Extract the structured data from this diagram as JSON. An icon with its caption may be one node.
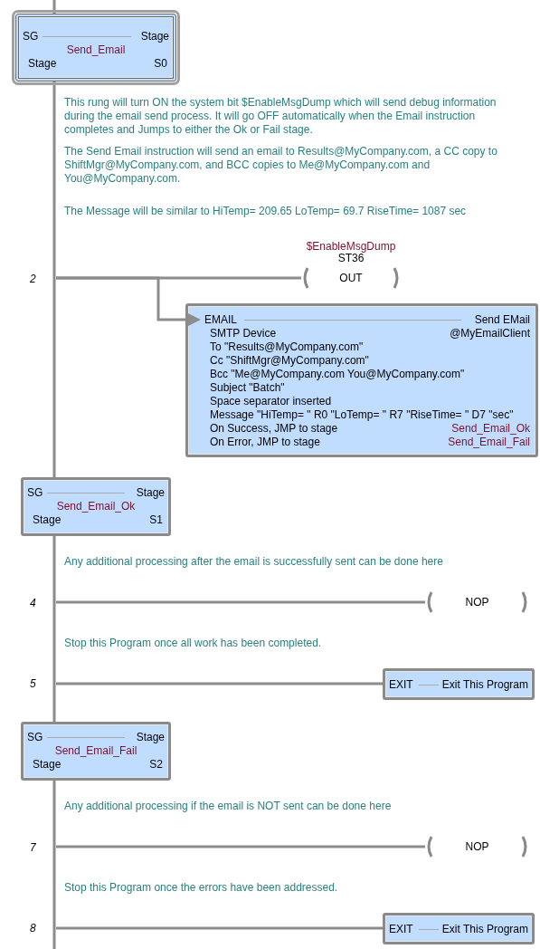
{
  "diagram": {
    "nodes": [
      {
        "text": [
          "SG",
          "Stage",
          "Send_Email",
          "Stage",
          "S0"
        ]
      },
      {
        "text": [
          "$EnableMsgDump",
          "ST36",
          "OUT"
        ]
      },
      {
        "text": [
          "EMAIL",
          "Send EMail",
          "SMTP Device",
          "@MyEmailClient",
          "To \"Results@MyCompany.com\"",
          "Cc \"ShiftMgr@MyCompany.com\"",
          "Bcc \"Me@MyCompany.com You@MyCompany.com\"",
          "Subject \"Batch\"",
          "Space separator inserted",
          "Message \"HiTemp= \" R0 \"LoTemp= \" R7 \"RiseTime= \" D7 \"sec\"",
          "On Success, JMP to stage",
          "Send_Email_Ok",
          "On Error, JMP to stage",
          "Send_Email_Fail"
        ]
      },
      {
        "text": [
          "SG",
          "Stage",
          "Send_Email_Ok",
          "Stage",
          "S1"
        ]
      },
      {
        "text": [
          "NOP"
        ]
      },
      {
        "text": [
          "EXIT",
          "Exit This Program"
        ]
      },
      {
        "text": [
          "SG",
          "Stage",
          "Send_Email_Fail",
          "Stage",
          "S2"
        ]
      },
      {
        "text": [
          "NOP"
        ]
      },
      {
        "text": [
          "EXIT",
          "Exit This Program"
        ]
      },
      {
        "text": [],
        "shape": "bar"
      }
    ],
    "edges": [
      {
        "from": 9,
        "to": 1,
        "arrow": "none"
      },
      {
        "from": 9,
        "to": 2,
        "arrow": "none"
      },
      {
        "from": 9,
        "to": 4,
        "arrow": "none"
      },
      {
        "from": 9,
        "to": 5,
        "arrow": "none"
      },
      {
        "from": 9,
        "to": 7,
        "arrow": "none"
      },
      {
        "from": 9,
        "to": 8,
        "arrow": "none"
      }
    ],
    "labels": [
      "This rung will turn ON the system bit $EnableMsgDump which will send debug information during the email send process. It will go OFF automatically when the Email instruction completes and Jumps to either the Ok or Fail stage.",
      "The Send Email instruction will send an email to Results@MyCompany.com, a CC copy to ShiftMgr@MyCompany.com, and BCC copies to Me@MyCompany.com and You@MyCompany.com.",
      "The Message will be similar to HiTemp= 209.65 LoTemp= 69.7 RiseTime= 1087 sec",
      "2",
      "Any additional processing after the email is successfully sent can be done here",
      "4",
      "Stop this Program once all work has been completed.",
      "5",
      "Any additional processing if the email is NOT sent can be done here",
      "7",
      "Stop this Program once the errors have been addressed.",
      "8"
    ]
  }
}
